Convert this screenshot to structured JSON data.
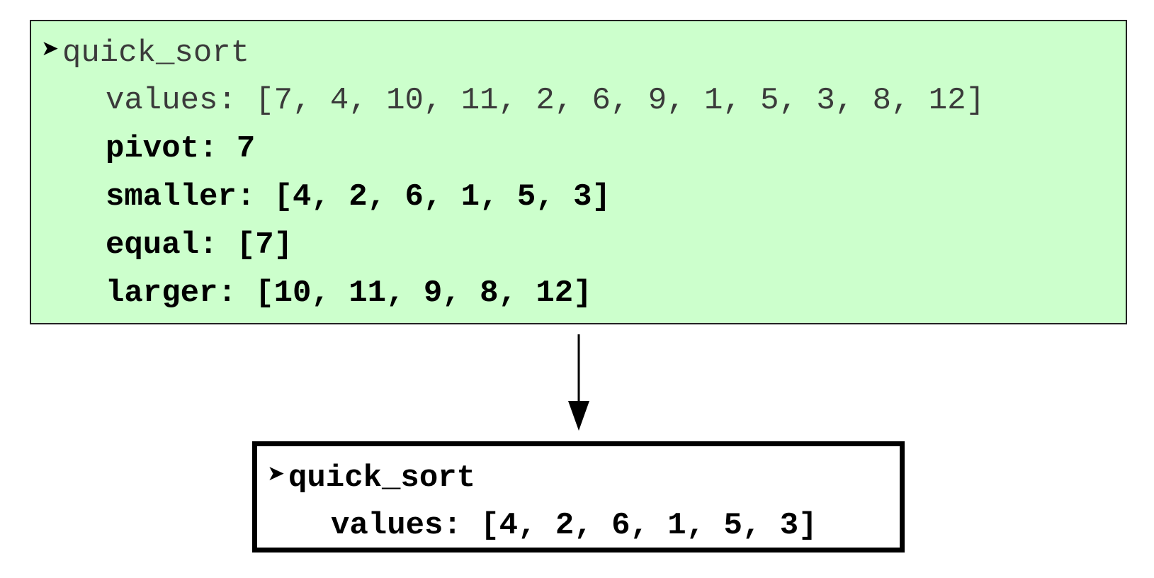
{
  "parent_frame": {
    "marker": "➤",
    "function_name": "quick_sort",
    "values": {
      "label": "values:",
      "value": "[7, 4, 10, 11, 2, 6, 9, 1, 5, 3, 8, 12]"
    },
    "pivot": {
      "label": "pivot:",
      "value": "7"
    },
    "smaller": {
      "label": "smaller:",
      "value": "[4, 2, 6, 1, 5, 3]"
    },
    "equal": {
      "label": "equal:",
      "value": "[7]"
    },
    "larger": {
      "label": "larger:",
      "value": "[10, 11, 9, 8, 12]"
    },
    "background_color": "#ccffcc"
  },
  "child_frame": {
    "marker": "➤",
    "function_name": "quick_sort",
    "values": {
      "label": "values:",
      "value": "[4, 2, 6, 1, 5, 3]"
    },
    "background_color": "#ffffff"
  }
}
